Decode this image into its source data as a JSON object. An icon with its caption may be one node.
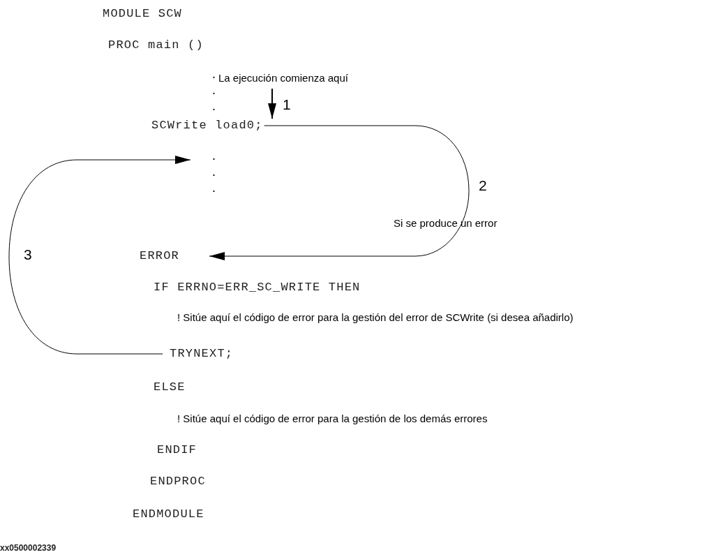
{
  "diagram": {
    "nodes": [
      {
        "text": [
          "La ejecución comienza aquí"
        ]
      },
      {
        "text": [
          "SCWrite load0;"
        ]
      },
      {
        "text": [
          ". . ."
        ]
      },
      {
        "text": [
          "ERROR"
        ]
      },
      {
        "text": [
          "TRYNEXT;"
        ]
      }
    ],
    "edges": [
      {
        "from": 0,
        "to": 1,
        "arrow": "to",
        "label": "1"
      },
      {
        "from": 1,
        "to": 3,
        "arrow": "to",
        "label": "2"
      },
      {
        "from": 4,
        "to": 2,
        "arrow": "to",
        "label": "3"
      }
    ],
    "labels": [
      "MODULE SCW",
      "PROC main ()",
      ". . .",
      "Si se produce un error",
      "IF ERRNO=ERR_SC_WRITE THEN",
      "! Sitúe aquí el código de error para la gestión del error de SCWrite (si desea añadirlo)",
      "ELSE",
      "! Sitúe aquí el código de error para la gestión de los demás errores",
      "ENDIF",
      "ENDPROC",
      "ENDMODULE",
      "xx0500002339"
    ]
  }
}
